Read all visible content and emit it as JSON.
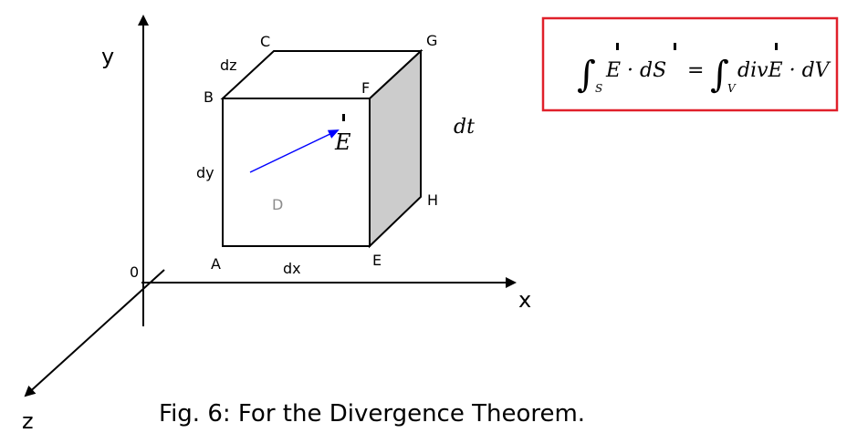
{
  "axes": {
    "x_label": "x",
    "y_label": "y",
    "z_label": "z",
    "origin_label": "0"
  },
  "vertices": {
    "A": "A",
    "B": "B",
    "C": "C",
    "D": "D",
    "E": "E",
    "F": "F",
    "G": "G",
    "H": "H"
  },
  "dimensions": {
    "dx": "dx",
    "dy": "dy",
    "dz": "dz",
    "dt": "dt"
  },
  "vector": {
    "label": "E",
    "color": "#0000ff"
  },
  "formula": {
    "integral_sign": "∫",
    "surface_sub": "S",
    "volume_sub": "V",
    "lhs": "E · dS",
    "equals": "=",
    "rhs": "divE · dV",
    "border_color": "#e0202a"
  },
  "caption": "Fig. 6: For the Divergence Theorem.",
  "colors": {
    "side_face": "#cccccc",
    "line": "#000000",
    "faded_label": "#8c8c8c"
  }
}
